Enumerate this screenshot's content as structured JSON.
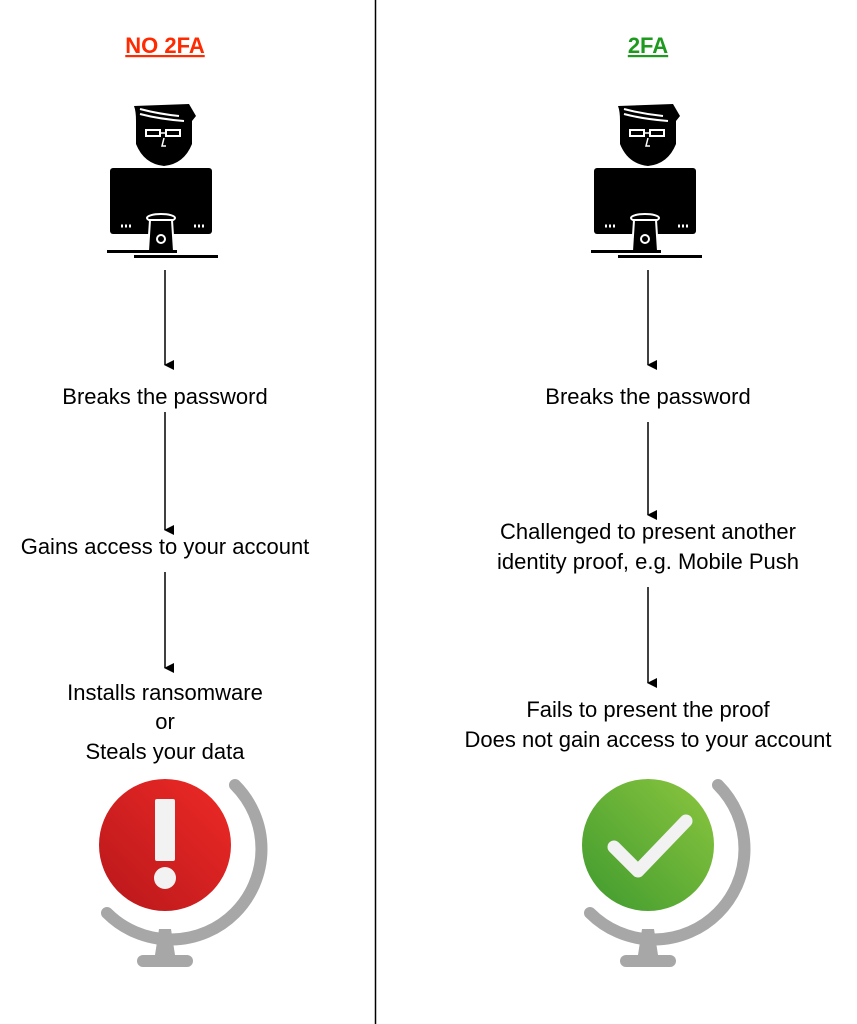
{
  "left": {
    "title": "NO 2FA",
    "title_color": "#ff2a00",
    "steps": [
      "Breaks the password",
      "Gains access to your account"
    ],
    "final": [
      "Installs ransomware",
      "or",
      "Steals your data"
    ],
    "outcome_icon": "exclamation-globe-icon"
  },
  "right": {
    "title": "2FA",
    "title_color": "#1e9a1e",
    "steps": [
      "Breaks the password"
    ],
    "challenge": [
      "Challenged to present another",
      "identity proof, e.g. Mobile Push"
    ],
    "final": [
      "Fails to present the proof",
      "Does not gain access to your account"
    ],
    "outcome_icon": "checkmark-globe-icon"
  }
}
